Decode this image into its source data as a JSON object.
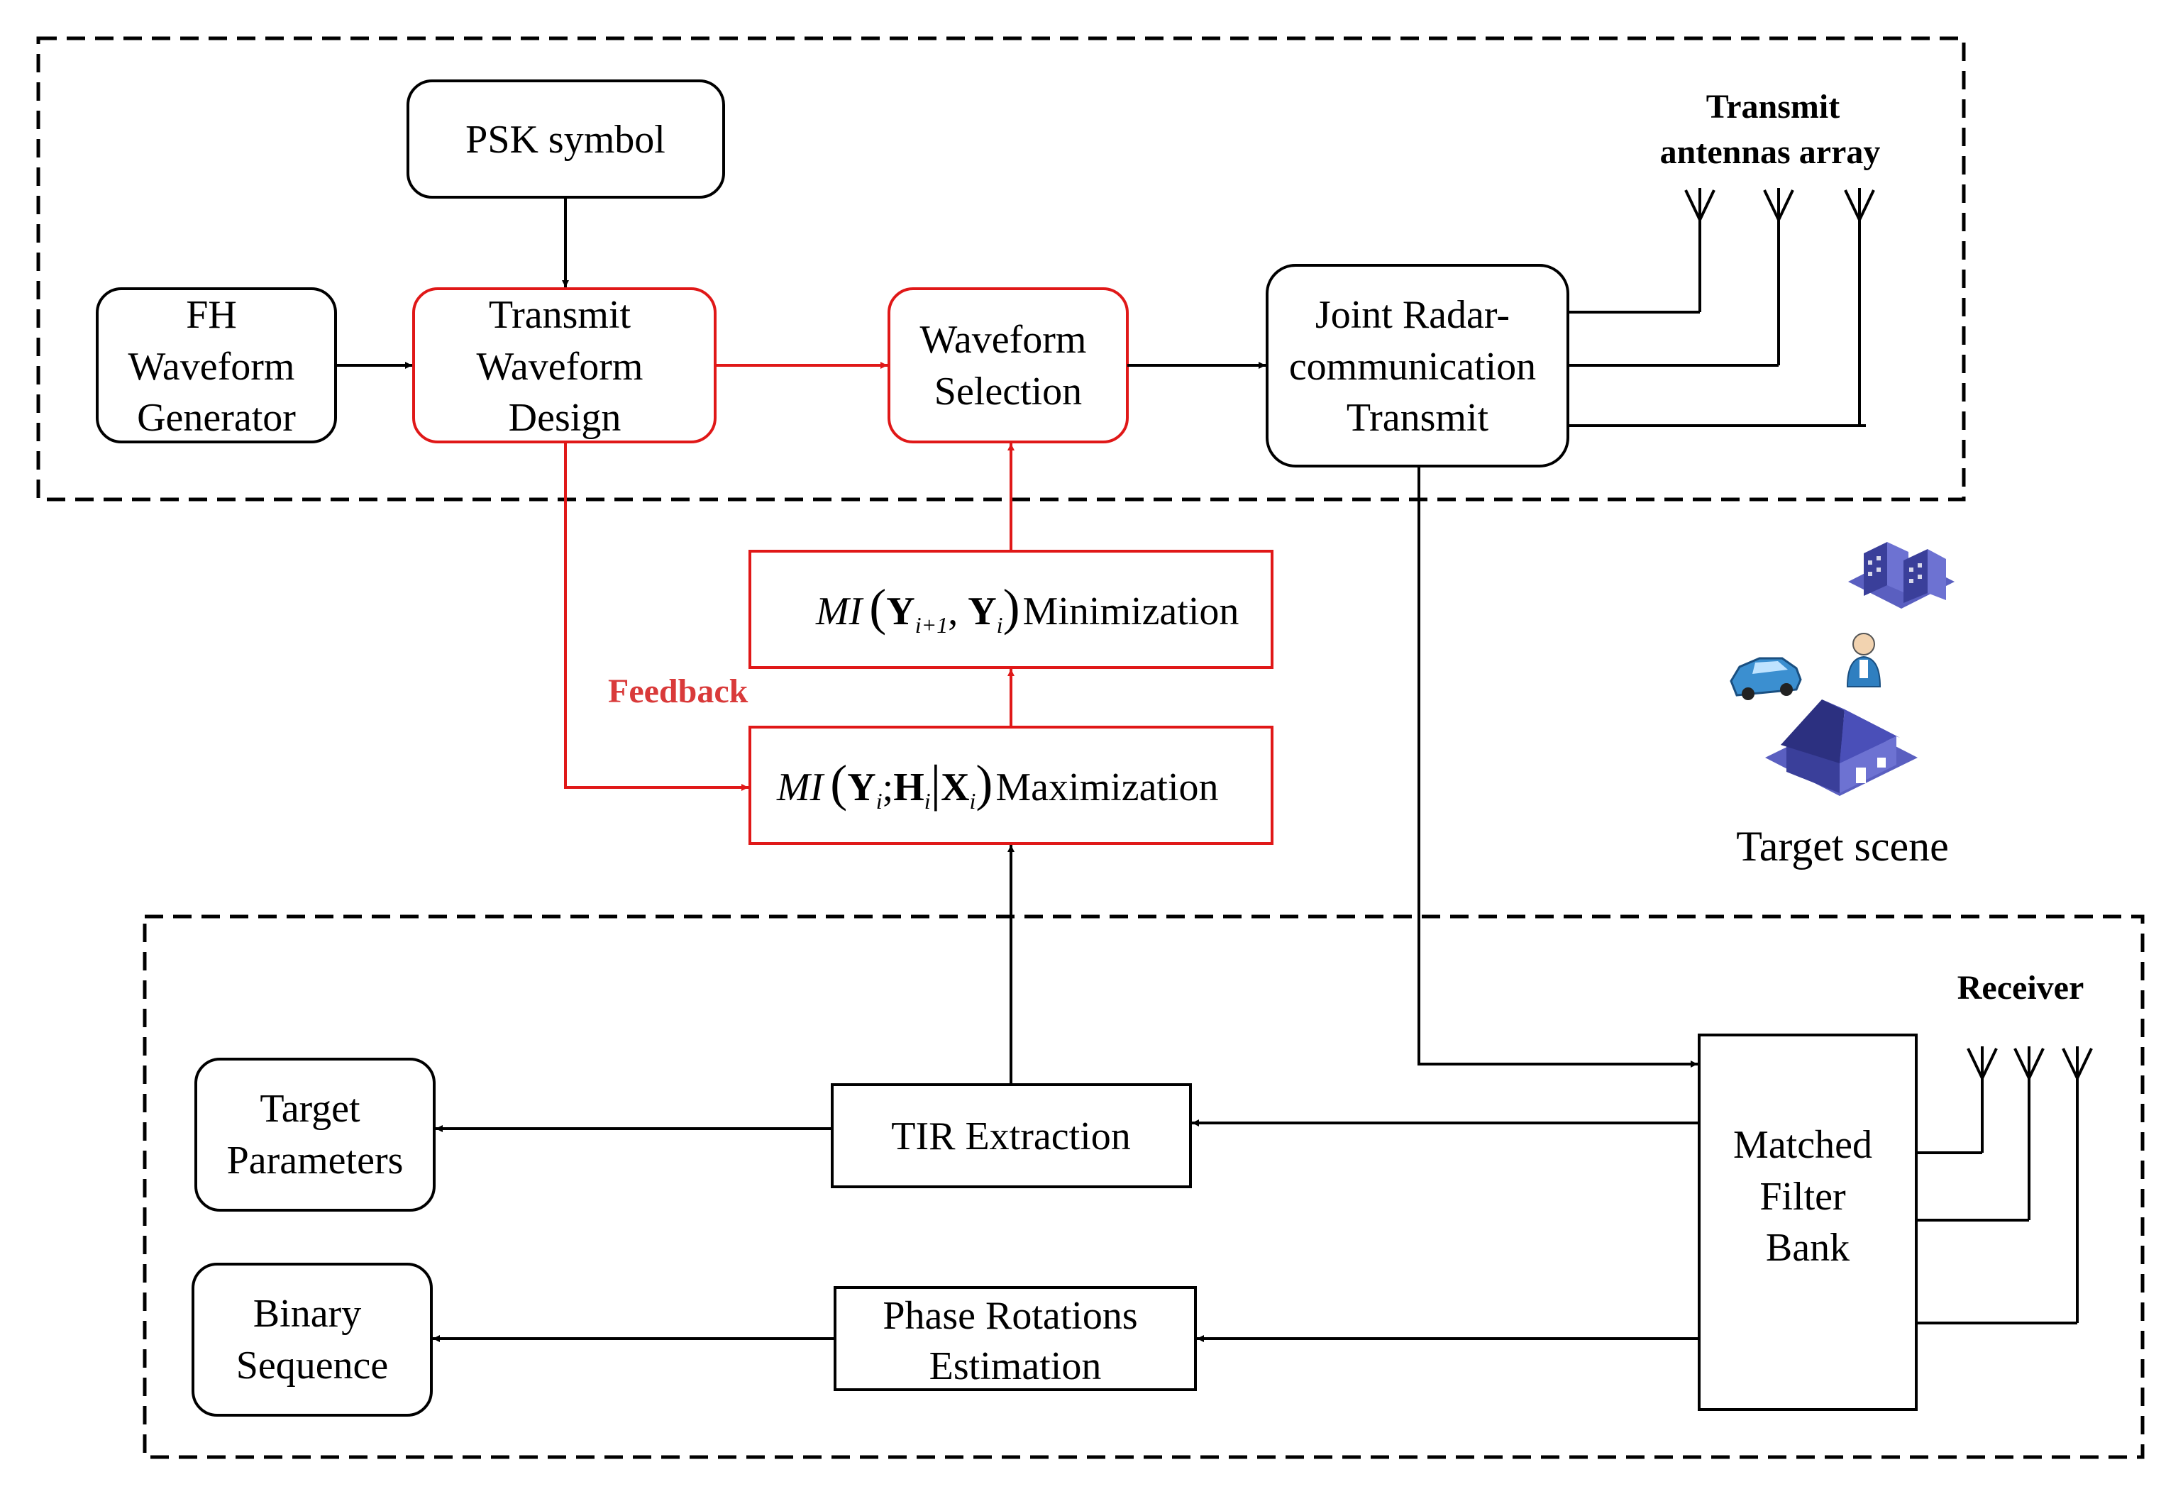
{
  "colors": {
    "black": "#000000",
    "red": "#e01818",
    "feedback": "#d93a3a",
    "building_blue": "#3a3f9a",
    "car_blue": "#3b8fd0"
  },
  "transmitter": {
    "psk": "PSK symbol",
    "fh": [
      "FH",
      "Waveform",
      "Generator"
    ],
    "tw": [
      "Transmit",
      "Waveform",
      "Design"
    ],
    "ws": [
      "Waveform",
      "Selection"
    ],
    "jr": [
      "Joint Radar-",
      "communication",
      "Transmit"
    ],
    "antenna_label": [
      "Transmit",
      "antennas array"
    ]
  },
  "optimization": {
    "min": {
      "mi": "MI",
      "y_next": "Y",
      "y_next_sub": "i+1",
      "comma": ", ",
      "y_i": "Y",
      "y_i_sub": "i",
      "suffix": "Minimization"
    },
    "max": {
      "mi": "MI",
      "y_i": "Y",
      "y_i_sub": "i",
      "semicolon": ";",
      "h_i": "H",
      "h_i_sub": "i",
      "x_i": "X",
      "x_i_sub": "i",
      "suffix": "Maximization"
    },
    "feedback": "Feedback"
  },
  "scene": {
    "label": "Target scene",
    "icons": [
      "buildings-icon",
      "car-icon",
      "person-icon",
      "house-icon"
    ]
  },
  "receiver": {
    "label": "Receiver",
    "mfb": [
      "Matched",
      "Filter",
      "Bank"
    ],
    "tir": "TIR Extraction",
    "pre": [
      "Phase Rotations",
      "Estimation"
    ],
    "tp": [
      "Target",
      "Parameters"
    ],
    "bs": [
      "Binary",
      "Sequence"
    ]
  }
}
